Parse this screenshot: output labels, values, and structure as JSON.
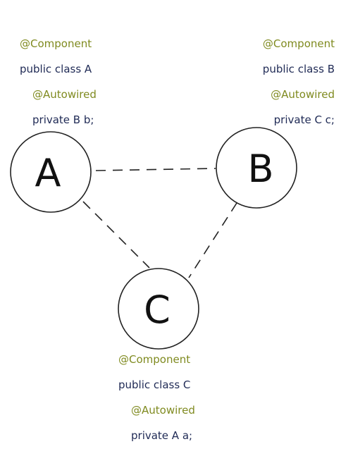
{
  "nodes": {
    "a": {
      "letter": "A",
      "annotation1": "@Component",
      "declaration": "public class A",
      "annotation2": "@Autowired",
      "field": "private B b;"
    },
    "b": {
      "letter": "B",
      "annotation1": "@Component",
      "declaration": "public class B",
      "annotation2": "@Autowired",
      "field": "private C c;"
    },
    "c": {
      "letter": "C",
      "annotation1": "@Component",
      "declaration": "public class C",
      "annotation2": "@Autowired",
      "field": "private A a;"
    }
  },
  "colors": {
    "annotation": "#7f8a1f",
    "code": "#1f2a55",
    "stroke": "#222222"
  }
}
